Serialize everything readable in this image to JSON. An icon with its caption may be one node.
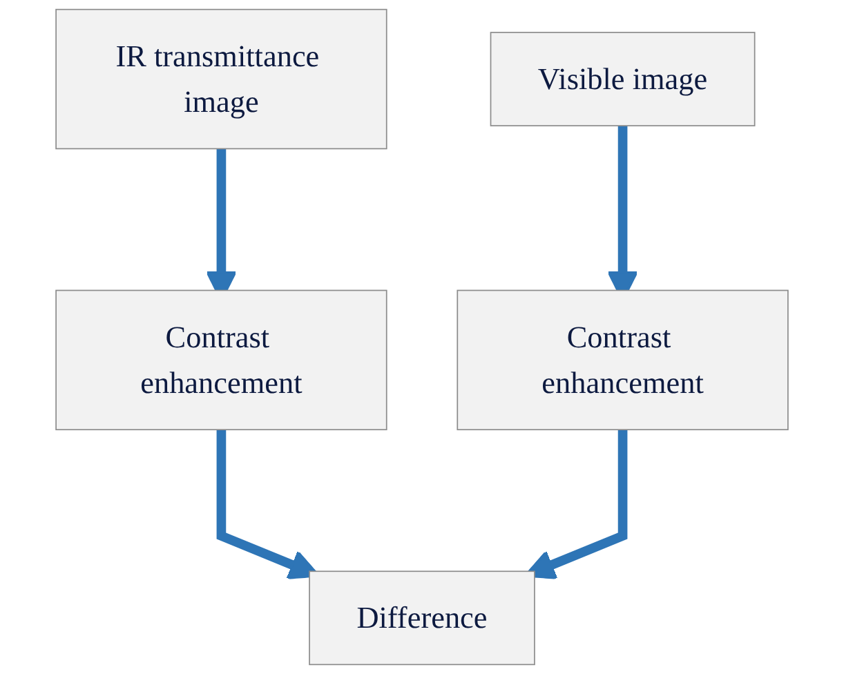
{
  "diagram": {
    "nodes": [
      {
        "text": [
          "IR transmittance image"
        ]
      },
      {
        "text": [
          "Visible image"
        ]
      },
      {
        "text": [
          "Contrast enhancement"
        ]
      },
      {
        "text": [
          "Contrast enhancement"
        ]
      },
      {
        "text": [
          "Difference"
        ]
      }
    ],
    "edges": [
      {
        "from": 0,
        "to": 2,
        "arrow": "to"
      },
      {
        "from": 1,
        "to": 3,
        "arrow": "to"
      },
      {
        "from": 2,
        "to": 4,
        "arrow": "to"
      },
      {
        "from": 3,
        "to": 4,
        "arrow": "to"
      }
    ]
  }
}
